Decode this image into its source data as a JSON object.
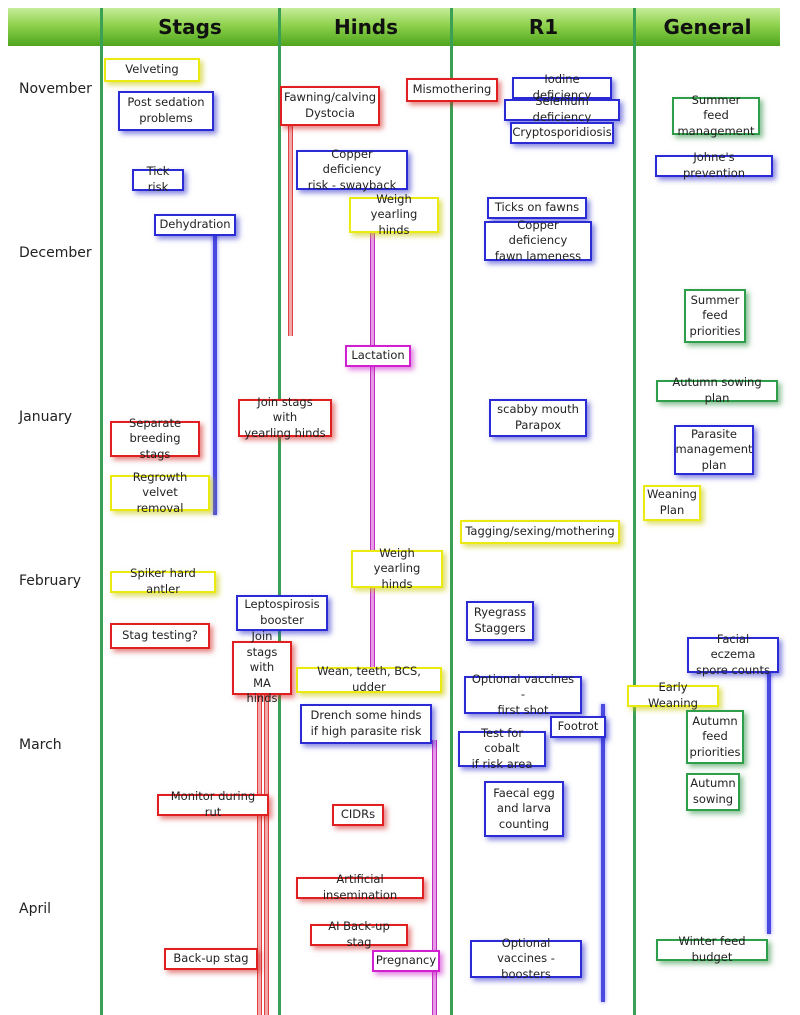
{
  "columns": [
    {
      "label": "Stags"
    },
    {
      "label": "Hinds"
    },
    {
      "label": "R1"
    },
    {
      "label": "General"
    }
  ],
  "months": [
    "November",
    "December",
    "January",
    "February",
    "March",
    "April"
  ],
  "items": {
    "velveting": "Velveting",
    "post_sedation": "Post sedation\nproblems",
    "tick_risk": "Tick risk",
    "dehydration": "Dehydration",
    "separate_breeding": "Separate\nbreeding stags",
    "regrowth_velvet": "Regrowth velvet\nremoval",
    "spiker_hard_antler": "Spiker hard antler",
    "stag_testing": "Stag testing?",
    "monitor_rut": "Monitor during rut",
    "backup_stag": "Back-up stag",
    "fawning": "Fawning/calving\nDystocia",
    "copper_swayback": "Copper deficiency\nrisk - swayback",
    "weigh_yearling_1": "Weigh yearling\nhinds",
    "lactation": "Lactation",
    "join_stags_yearling": "Join stags with\nyearling hinds",
    "weigh_yearling_2": "Weigh yearling\nhinds",
    "leptospirosis": "Leptospirosis\nbooster",
    "join_stags_ma": "Join stags\nwith\nMA hinds",
    "wean_teeth": "Wean, teeth, BCS, udder",
    "drench": "Drench some hinds\nif high parasite risk",
    "cidrs": "CIDRs",
    "artificial_insemination": "Artificial insemination",
    "ai_backup": "AI Back-up stag",
    "pregnancy": "Pregnancy",
    "mismothering": "Mismothering",
    "iodine": "Iodine deficiency",
    "selenium": "Selenium deficiency",
    "crypto": "Cryptosporidiosis",
    "ticks_fawns": "Ticks on fawns",
    "copper_fawn": "Copper deficiency\nfawn lameness",
    "scabby_mouth": "scabby mouth\nParapox",
    "tagging": "Tagging/sexing/mothering",
    "ryegrass": "Ryegrass\nStaggers",
    "optional_first": "Optional vaccines -\nfirst shot",
    "footrot": "Footrot",
    "cobalt": "Test for cobalt\nif risk area",
    "faecal": "Faecal egg\nand larva\ncounting",
    "optional_boosters": "Optional vaccines -\nboosters",
    "summer_feed_mgmt": "Summer feed\nmanagement",
    "johnes": "Johne's prevention",
    "summer_feed_priorities": "Summer\nfeed\npriorities",
    "autumn_sowing_plan": "Autumn sowing plan",
    "parasite_plan": "Parasite\nmanagement\nplan",
    "weaning_plan": "Weaning\nPlan",
    "facial_eczema": "Facial eczema\nspore counts",
    "early_weaning": "Early Weaning",
    "autumn_feed_priorities": "Autumn\nfeed\npriorities",
    "autumn_sowing": "Autumn\nsowing",
    "winter_feed": "Winter feed budget"
  }
}
